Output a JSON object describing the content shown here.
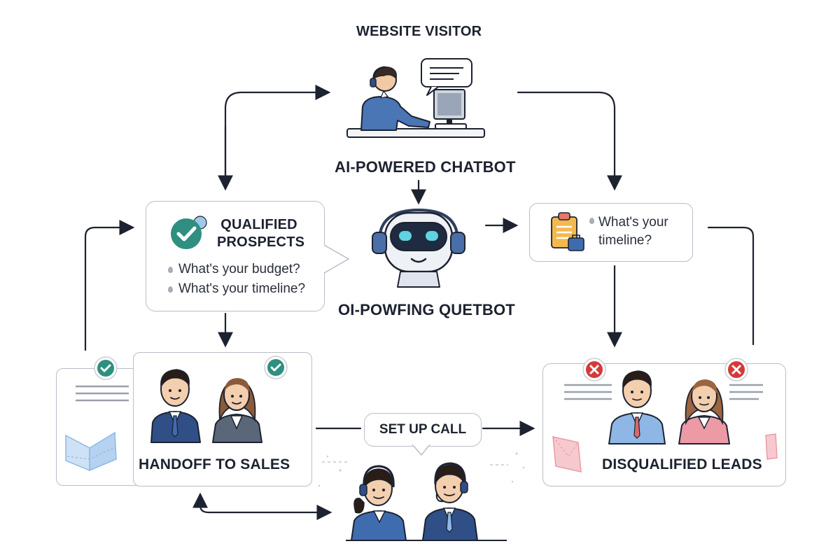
{
  "top": {
    "visitor_label": "WEBSITE VISITOR",
    "chatbot_label": "AI-POWERED CHATBOT"
  },
  "robot": {
    "label": "OI-POWFING QUETBOT"
  },
  "qualified": {
    "title_line1": "QUALIFIED",
    "title_line2": "PROSPECTS",
    "questions": [
      "What's your budget?",
      "What's your timeline?"
    ]
  },
  "timeline_card": {
    "question": "What's your\ntimeline?"
  },
  "handoff": {
    "label": "HANDOFF TO SALES"
  },
  "disqualified": {
    "label": "DISQUALIFIED LEADS"
  },
  "call": {
    "label": "SET UP CALL"
  },
  "colors": {
    "accent_teal": "#2f8f80",
    "accent_red": "#d43a3a",
    "suit_blue": "#2f4f86",
    "light_blue": "#8fb7e6",
    "pink": "#ec9aa6"
  }
}
